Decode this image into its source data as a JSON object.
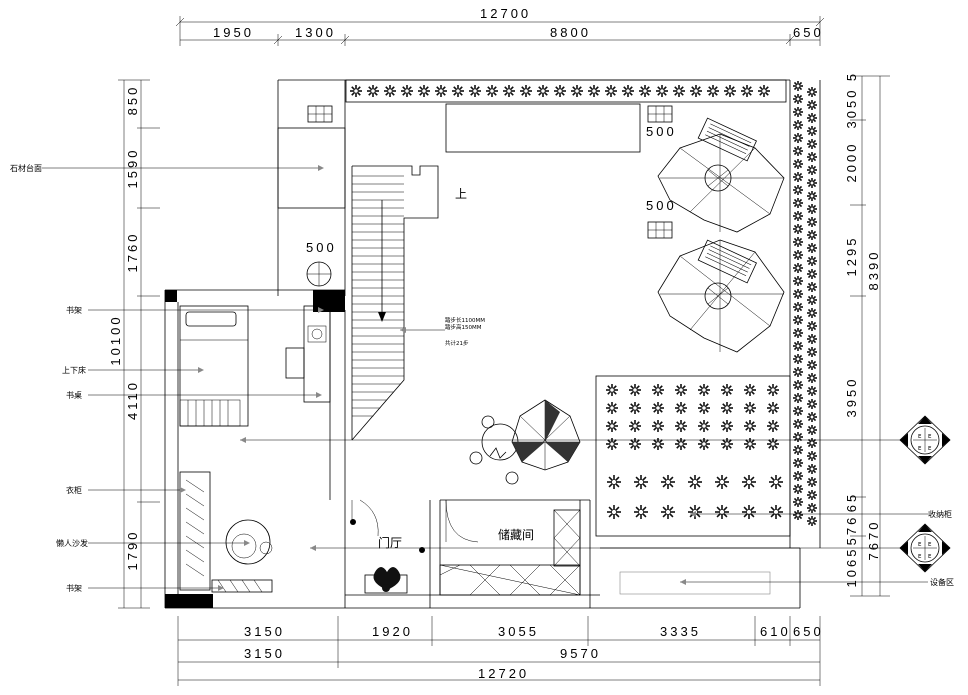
{
  "dims": {
    "top_total": "12700",
    "top_segments": [
      "1950",
      "1300",
      "8800",
      "650"
    ],
    "bottom_segments": [
      "3150",
      "1920",
      "3055",
      "3335",
      "610",
      "650"
    ],
    "bottom_mid": [
      "3150",
      "9570"
    ],
    "bottom_total": "12720",
    "left_total": "10100",
    "left_segments": [
      "850",
      "1590",
      "1760",
      "4110",
      "1790"
    ],
    "right_total": "8390",
    "right_total_2": "7670",
    "right_segments": [
      "5",
      "3050",
      "2000",
      "1295",
      "3950",
      "65",
      "576",
      "1065"
    ],
    "window_500": "500"
  },
  "labels": {
    "stone_counter": "石材台面",
    "bookshelf_top": "书架",
    "bunk_bed": "上下床",
    "desk": "书桌",
    "wardrobe": "衣柜",
    "lazy_sofa": "懒人沙发",
    "bookshelf_bottom": "书架",
    "storage_cabinet": "收纳柜",
    "equipment_area": "设备区",
    "up": "上",
    "entry": "门厅",
    "storage_room": "储藏间",
    "stair_note_1": "踏步长1100MM",
    "stair_note_2": "踏步高150MM",
    "stair_note_3": "共计21步"
  },
  "symbols": {
    "marker_text": "E"
  }
}
